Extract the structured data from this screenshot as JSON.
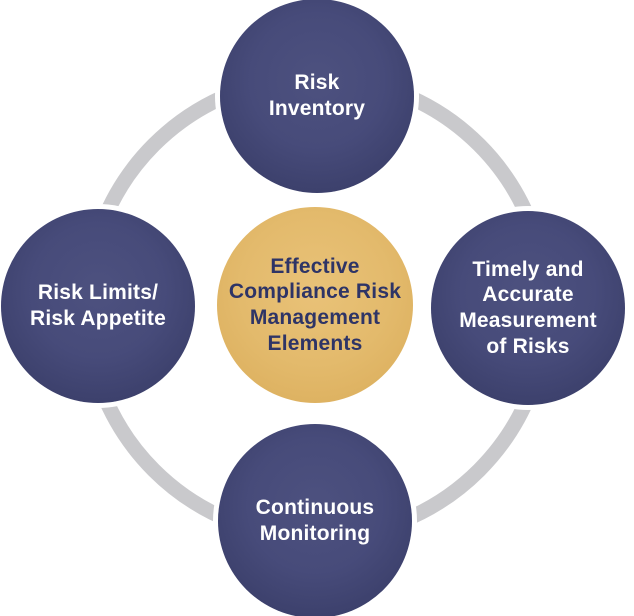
{
  "diagram": {
    "type": "cycle-diagram",
    "center": {
      "label": "Effective\nCompliance Risk\nManagement\nElements"
    },
    "nodes": [
      {
        "position": "top",
        "label": "Risk\nInventory"
      },
      {
        "position": "right",
        "label": "Timely and\nAccurate\nMeasurement\nof Risks"
      },
      {
        "position": "bottom",
        "label": "Continuous\nMonitoring"
      },
      {
        "position": "left",
        "label": "Risk Limits/\nRisk Appetite"
      }
    ],
    "colors": {
      "node-fill": "#474b7a",
      "node-fill-light": "#4d517f",
      "node-fill-dark": "#343861",
      "center-fill": "#e3ba6c",
      "center-fill-light": "#e9c278",
      "center-fill-dark": "#d9ab58",
      "ring": "#c9c9cc",
      "node-text": "#ffffff",
      "center-text": "#2e3466",
      "background": "#ffffff"
    }
  }
}
